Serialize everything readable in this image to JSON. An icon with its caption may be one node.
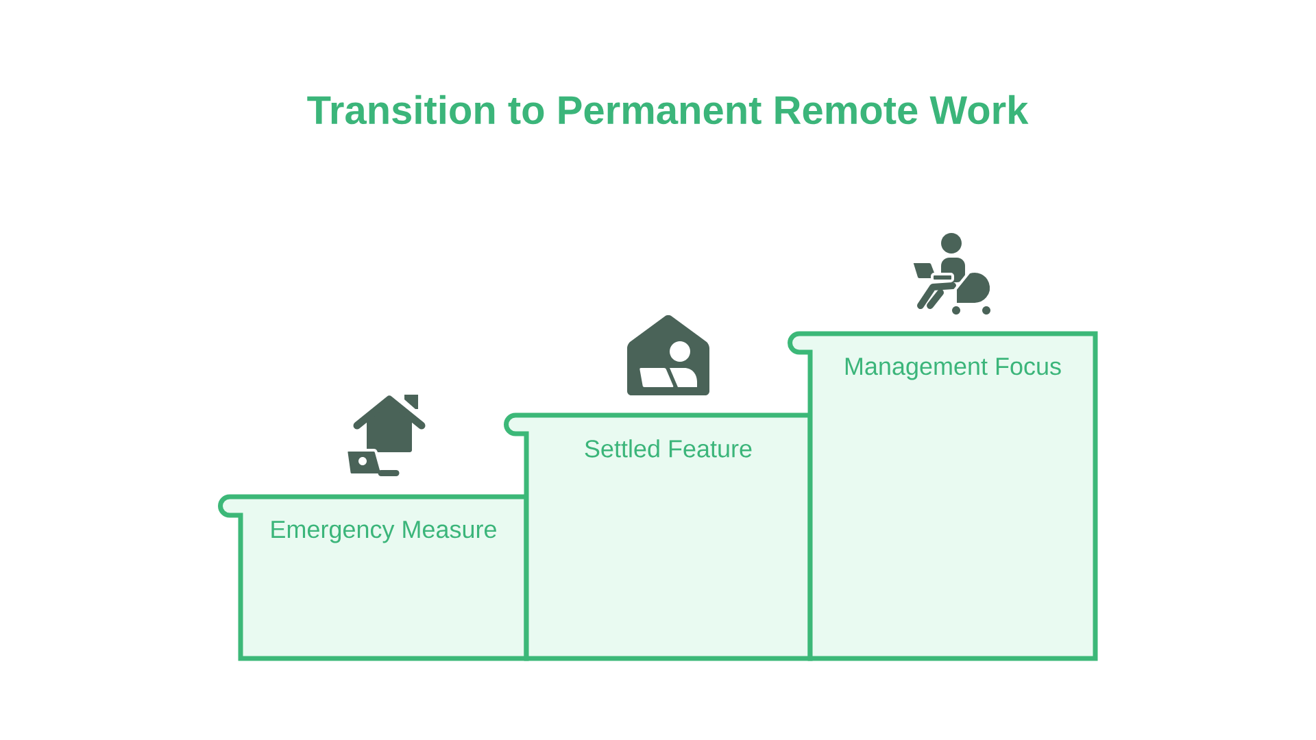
{
  "diagram": {
    "title": "Transition to Permanent Remote Work",
    "nodes": [
      {
        "text": [
          "Emergency Measure"
        ]
      },
      {
        "text": [
          "Settled Feature"
        ]
      },
      {
        "text": [
          "Management Focus"
        ]
      }
    ]
  }
}
